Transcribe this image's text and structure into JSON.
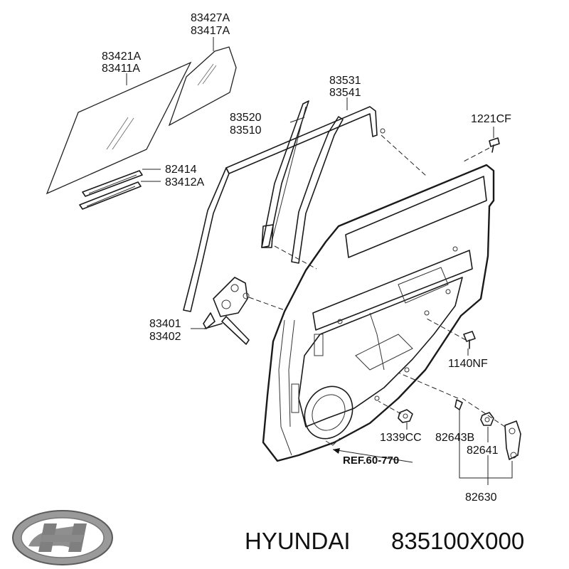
{
  "labels": {
    "l83427a": "83427A",
    "l83417a": "83417A",
    "l83421a": "83421A",
    "l83411a": "83411A",
    "l83531": "83531",
    "l83541": "83541",
    "l83520": "83520",
    "l83510": "83510",
    "l1221cf": "1221CF",
    "l82414": "82414",
    "l83412a": "83412A",
    "l83401": "83401",
    "l83402": "83402",
    "l1140nf": "1140NF",
    "l1339cc": "1339CC",
    "l82643b": "82643B",
    "l82641": "82641",
    "l82630": "82630"
  },
  "reference": "REF.60-770",
  "footer": {
    "brand": "HYUNDAI",
    "part_number": "835100X000"
  },
  "icons": {
    "logo": "hyundai-logo-icon"
  }
}
